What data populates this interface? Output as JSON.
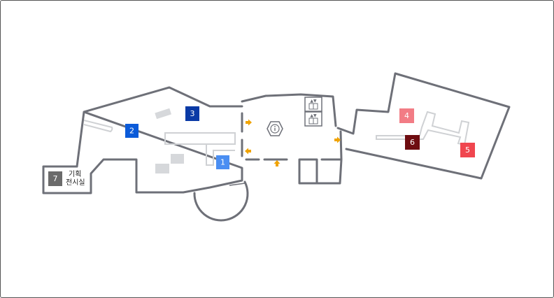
{
  "rooms": [
    {
      "num": "1",
      "color": "#4a8ef2"
    },
    {
      "num": "2",
      "color": "#0b5bd9"
    },
    {
      "num": "3",
      "color": "#0a3aa6"
    },
    {
      "num": "4",
      "color": "#f27c85"
    },
    {
      "num": "5",
      "color": "#f0464f"
    },
    {
      "num": "6",
      "color": "#6e0c10"
    },
    {
      "num": "7",
      "color": "#6b6b6b"
    }
  ],
  "special_exhibit": {
    "line1": "기획",
    "line2": "전시실"
  },
  "icons": {
    "info": "info-icon",
    "elevator": "elevator-icon",
    "direction": "arrow-icon"
  }
}
